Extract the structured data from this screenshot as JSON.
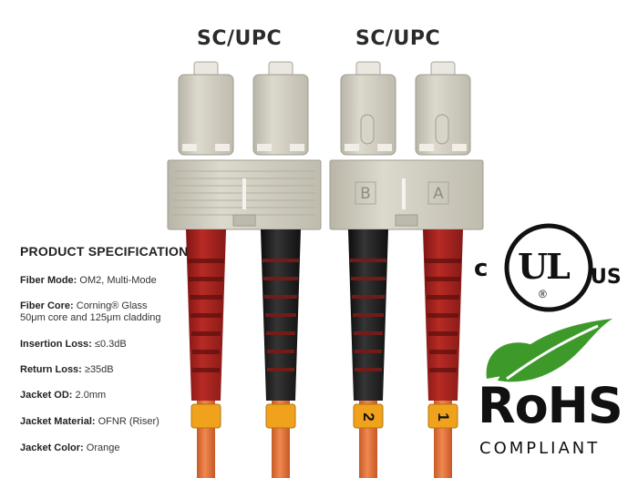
{
  "connectors": {
    "left_title": "SC/UPC",
    "right_title": "SC/UPC",
    "port_labels": [
      "B",
      "A"
    ],
    "boot_numbers": [
      "2",
      "1"
    ]
  },
  "spec": {
    "heading": "PRODUCT SPECIFICATION",
    "rows": [
      {
        "label": "Fiber Mode:",
        "value": "OM2, Multi-Mode"
      },
      {
        "label": "Fiber Core:",
        "value": "Corning® Glass",
        "value2": "50μm core and 125μm cladding"
      },
      {
        "label": "Insertion Loss:",
        "value": "≤0.3dB"
      },
      {
        "label": "Return Loss:",
        "value": "≥35dB"
      },
      {
        "label": "Jacket OD:",
        "value": "2.0mm"
      },
      {
        "label": "Jacket Material:",
        "value": "OFNR (Riser)"
      },
      {
        "label": "Jacket Color:",
        "value": "Orange"
      }
    ]
  },
  "ul_logo": {
    "left": "c",
    "center": "UL",
    "right": "US",
    "registered": "®"
  },
  "rohs": {
    "main": "RoHS",
    "sub": "COMPLIANT"
  },
  "colors": {
    "connector_beige": "#d2cfc2",
    "boot_red": "#a8221e",
    "boot_black": "#1d1d1d",
    "cable_orange": "#e6773b",
    "band_orange": "#f1a21c",
    "leaf_green": "#3d9a2a"
  }
}
